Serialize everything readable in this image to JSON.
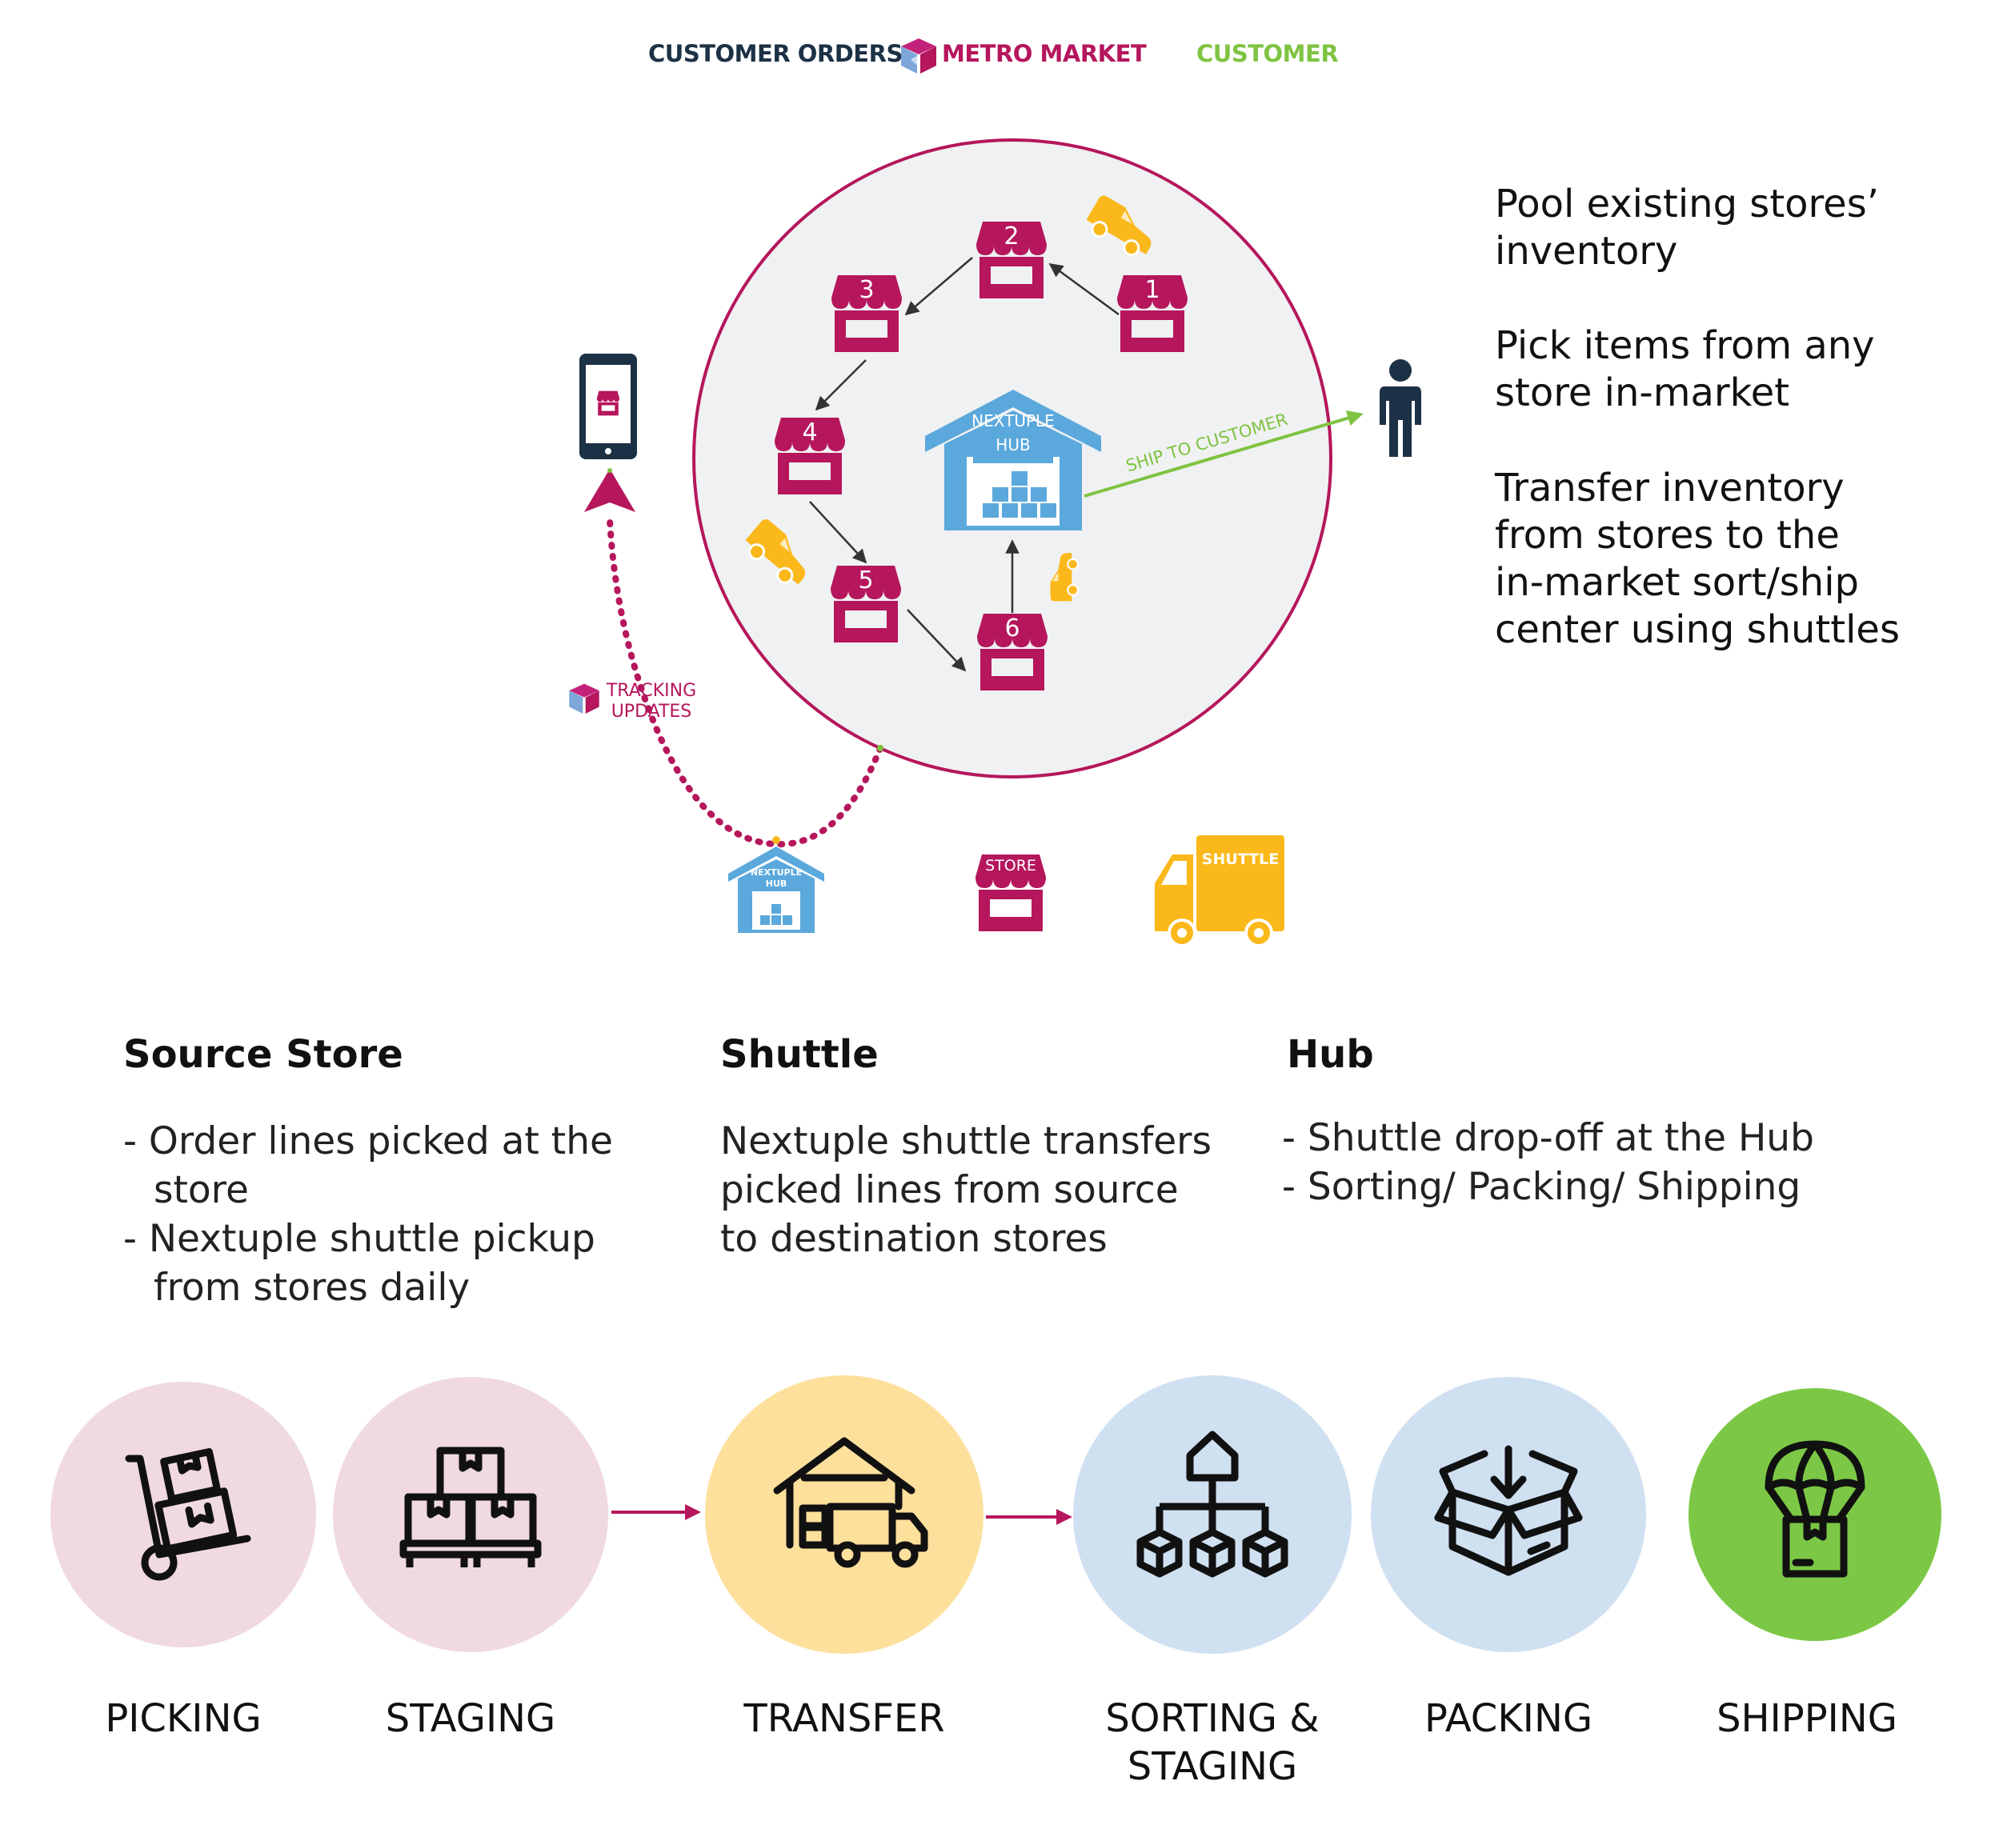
{
  "header": {
    "customer_orders": "CUSTOMER ORDERS",
    "metro_market": "METRO MARKET",
    "customer": "CUSTOMER"
  },
  "colors": {
    "navy": "#1c3146",
    "magenta": "#b5165c",
    "lime": "#7fc342",
    "store_pink": "#b5165c",
    "hub_blue": "#5ba8dc",
    "shuttle_yellow": "#fbb81a",
    "circle_fill": "#f0f1f2",
    "circle_stroke": "#b5165c",
    "pink_bg": "#f0d9e2",
    "yellow_bg": "#fde09c",
    "blue_bg": "#cfe0f1",
    "green_bg": "#7cc846"
  },
  "diagram": {
    "stores": [
      {
        "number": "1"
      },
      {
        "number": "2"
      },
      {
        "number": "3"
      },
      {
        "number": "4"
      },
      {
        "number": "5"
      },
      {
        "number": "6"
      }
    ],
    "hub_label_line1": "NEXTUPLE",
    "hub_label_line2": "HUB",
    "ship_label": "SHIP TO CUSTOMER",
    "tracking_line1": "TRACKING",
    "tracking_line2": "UPDATES"
  },
  "legend": {
    "hub_line1": "NEXTUPLE",
    "hub_line2": "HUB",
    "store": "STORE",
    "shuttle": "SHUTTLE"
  },
  "right_text": [
    {
      "lines": [
        "Pool existing stores’",
        "inventory"
      ]
    },
    {
      "lines": [
        "Pick items from any",
        "store in-market"
      ]
    },
    {
      "lines": [
        "Transfer inventory",
        "from stores to the",
        "in-market sort/ship",
        "center using shuttles"
      ]
    }
  ],
  "columns": [
    {
      "title": "Source Store",
      "lines": [
        "- Order lines picked at the",
        "store",
        "- Nextuple shuttle pickup",
        "from stores daily"
      ]
    },
    {
      "title": "Shuttle",
      "lines": [
        "Nextuple shuttle transfers",
        "picked lines  from source",
        "to destination stores"
      ]
    },
    {
      "title": "Hub",
      "lines": [
        "- Shuttle drop-off at the Hub",
        "- Sorting/ Packing/ Shipping"
      ]
    }
  ],
  "steps": [
    {
      "label": "PICKING",
      "icon": "hand-truck-icon"
    },
    {
      "label": "STAGING",
      "icon": "pallet-boxes-icon"
    },
    {
      "label": "TRANSFER",
      "icon": "warehouse-truck-icon"
    },
    {
      "label_line1": "SORTING &",
      "label_line2": "STAGING",
      "icon": "sorting-hierarchy-icon"
    },
    {
      "label": "PACKING",
      "icon": "open-box-icon"
    },
    {
      "label": "SHIPPING",
      "icon": "parachute-box-icon"
    }
  ]
}
